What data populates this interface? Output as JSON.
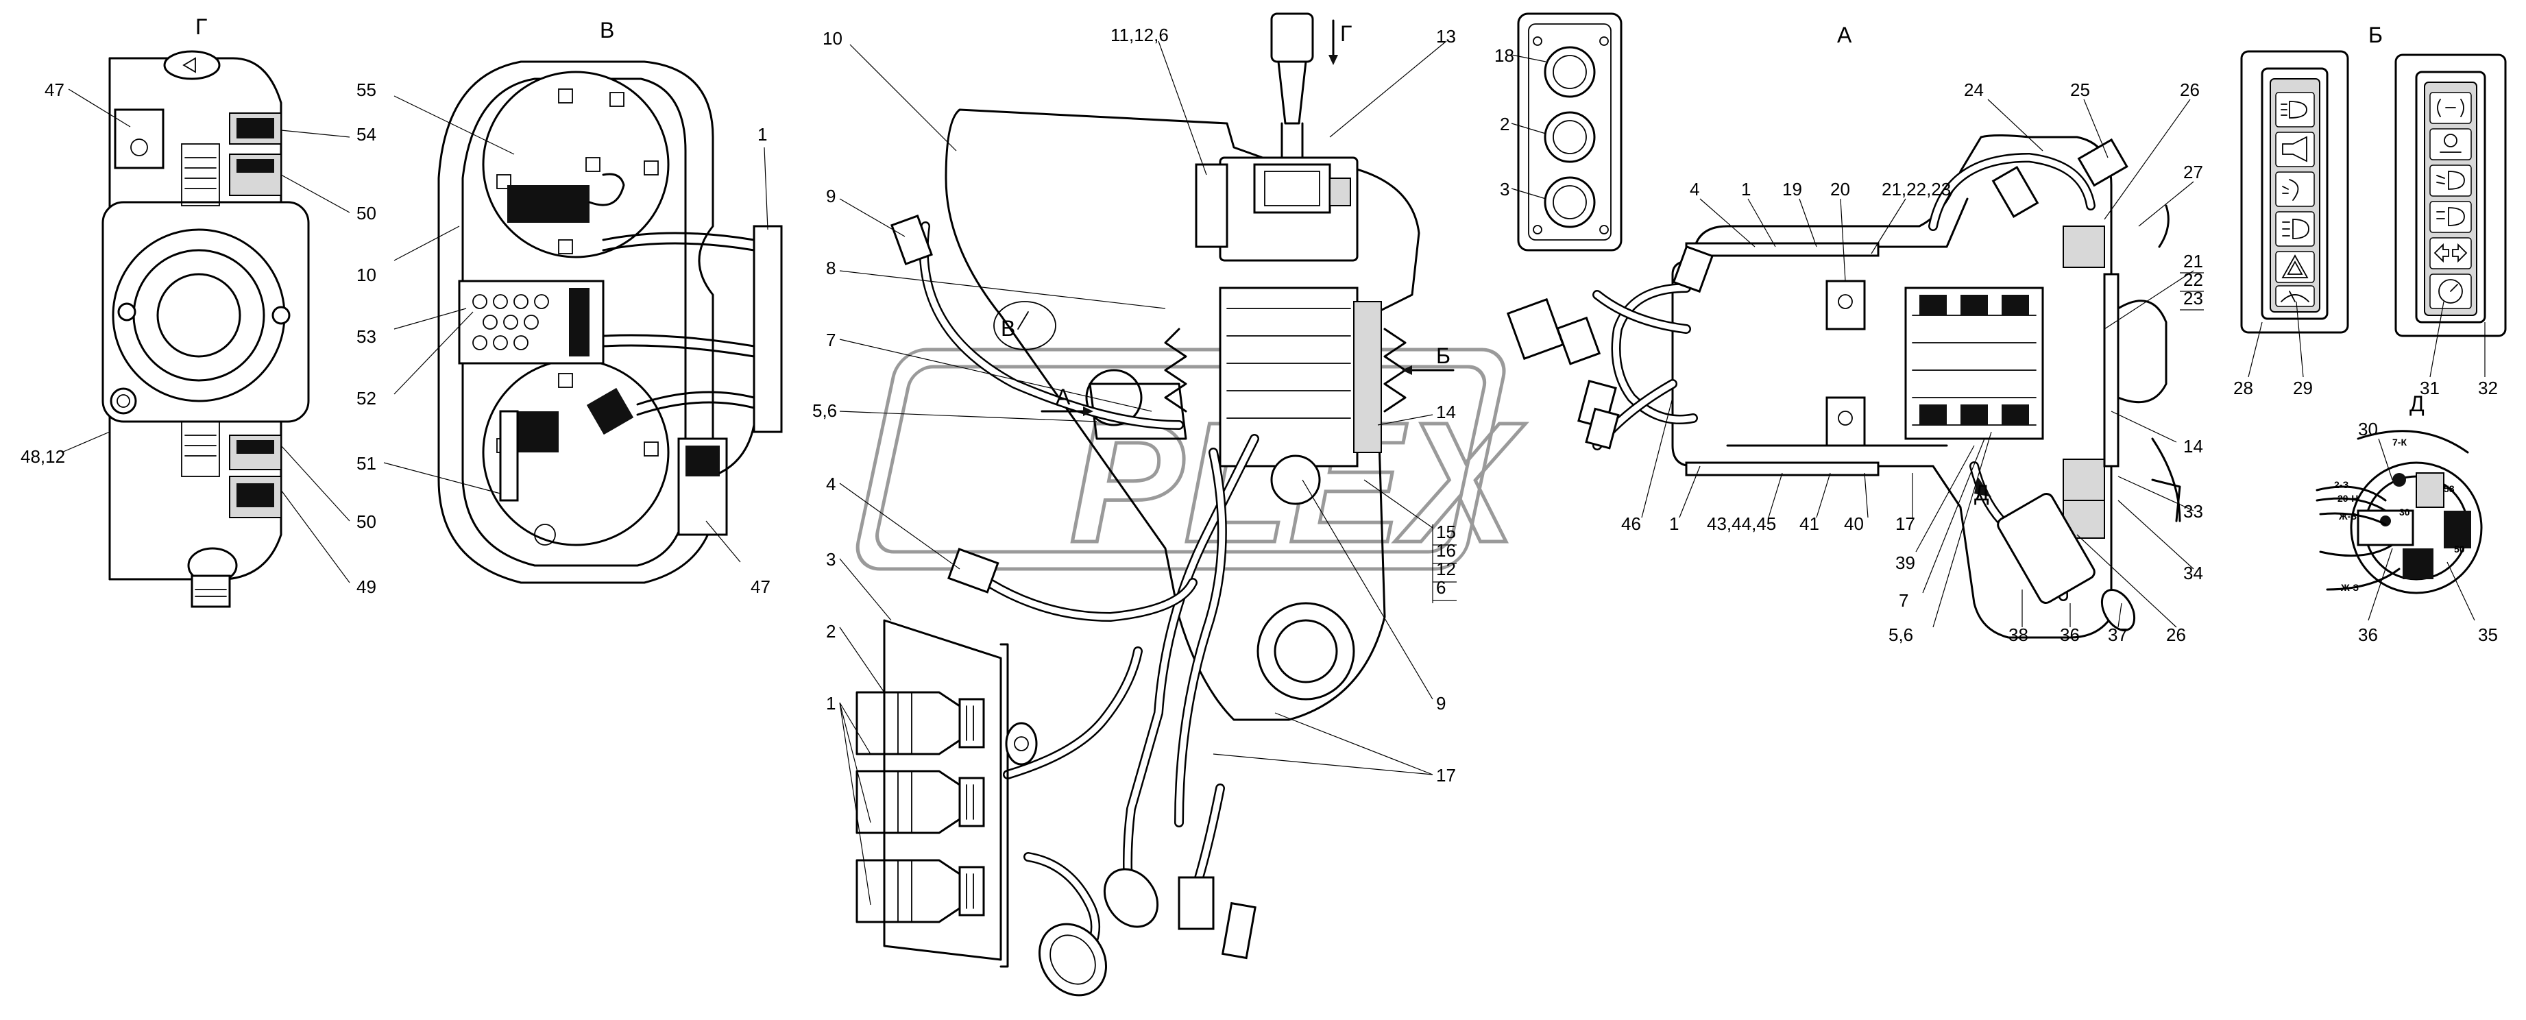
{
  "watermark": "PLEX",
  "views": {
    "G": "Г",
    "V": "В",
    "A": "А",
    "B": "Б",
    "D": "Д"
  },
  "view_arrows": {
    "G": "Г",
    "V": "В",
    "A": "А",
    "B": "Б",
    "D": "Д"
  },
  "callouts": {
    "g_47": "47",
    "g_54": "54",
    "g_50a": "50",
    "g_48_12": "48,12",
    "g_50b": "50",
    "g_49": "49",
    "v_55": "55",
    "v_10": "10",
    "v_53": "53",
    "v_52": "52",
    "v_51": "51",
    "v_1": "1",
    "v_47": "47",
    "m_10": "10",
    "m_11_12_6": "11,12,6",
    "m_13": "13",
    "m_9a": "9",
    "m_8": "8",
    "m_7": "7",
    "m_5_6": "5,6",
    "m_14": "14",
    "m_4": "4",
    "m_15": "15",
    "m_16": "16",
    "m_12": "12",
    "m_6": "6",
    "m_3": "3",
    "m_2": "2",
    "m_1": "1",
    "m_9b": "9",
    "m_17": "17",
    "p_18": "18",
    "p_2": "2",
    "p_3": "3",
    "a_4": "4",
    "a_1": "1",
    "a_19": "19",
    "a_20": "20",
    "a_21_22_23": "21,22,23",
    "a_24": "24",
    "a_25": "25",
    "a_26a": "26",
    "a_27": "27",
    "a_21": "21",
    "a_22": "22",
    "a_23": "23",
    "a_14": "14",
    "a_46": "46",
    "a_1b": "1",
    "a_43_44_45": "43,44,45",
    "a_41": "41",
    "a_40": "40",
    "a_17": "17",
    "a_39": "39",
    "a_7": "7",
    "a_5_6": "5,6",
    "a_38": "38",
    "a_36": "36",
    "a_37": "37",
    "a_26b": "26",
    "a_33": "33",
    "a_34": "34",
    "b_28": "28",
    "b_29": "29",
    "b_31": "31",
    "b_32": "32",
    "d_30": "30",
    "d_36": "36",
    "d_35": "35"
  },
  "switch_wire_tags": {
    "w1": "7-К",
    "w2": "2-З",
    "w3": "20-Н",
    "w4": "Ж-З",
    "w5": "Ж-З"
  },
  "switch_terminals": {
    "t58": "58",
    "t30": "30",
    "t50": "50"
  }
}
